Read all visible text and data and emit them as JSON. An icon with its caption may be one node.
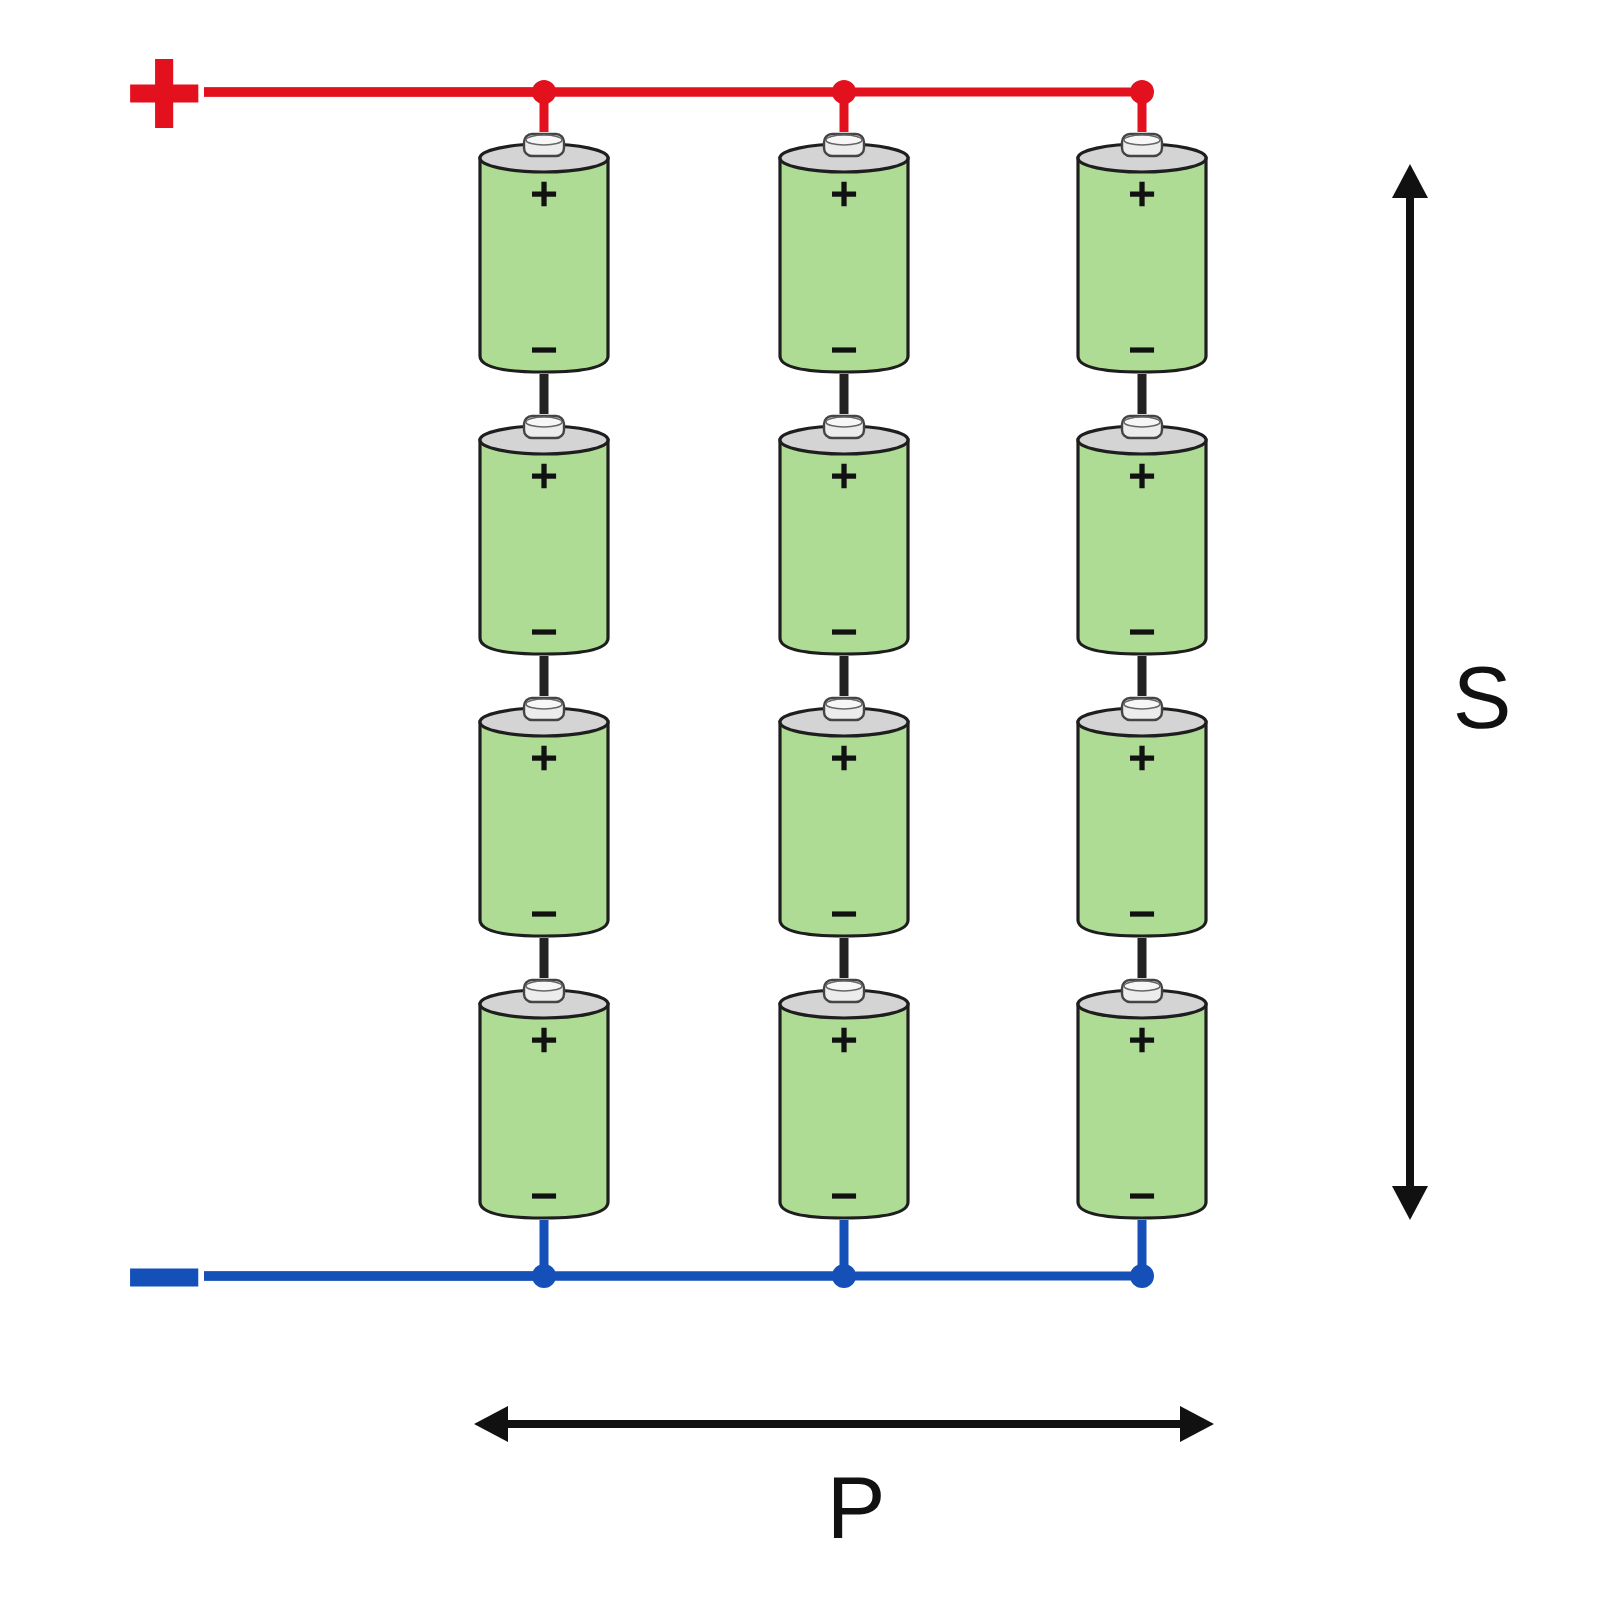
{
  "diagram": {
    "nodes": [
      {
        "text": [
          "+"
        ]
      },
      {
        "text": [
          "+",
          "−"
        ]
      },
      {
        "text": [
          "+",
          "−"
        ]
      },
      {
        "text": [
          "+",
          "−"
        ]
      },
      {
        "text": [
          "+",
          "−"
        ]
      },
      {
        "text": [
          "+",
          "−"
        ]
      },
      {
        "text": [
          "+",
          "−"
        ]
      },
      {
        "text": [
          "+",
          "−"
        ]
      },
      {
        "text": [
          "+",
          "−"
        ]
      },
      {
        "text": [
          "+",
          "−"
        ]
      },
      {
        "text": [
          "+",
          "−"
        ]
      },
      {
        "text": [
          "+",
          "−"
        ]
      },
      {
        "text": [
          "+",
          "−"
        ]
      },
      {
        "text": [
          "−"
        ]
      }
    ],
    "edges": [
      {
        "from": 0,
        "to": 1,
        "arrow": "none",
        "color": "#e3101e"
      },
      {
        "from": 0,
        "to": 2,
        "arrow": "none",
        "color": "#e3101e"
      },
      {
        "from": 0,
        "to": 3,
        "arrow": "none",
        "color": "#e3101e"
      },
      {
        "from": 1,
        "to": 4,
        "arrow": "none"
      },
      {
        "from": 2,
        "to": 5,
        "arrow": "none"
      },
      {
        "from": 3,
        "to": 6,
        "arrow": "none"
      },
      {
        "from": 4,
        "to": 7,
        "arrow": "none"
      },
      {
        "from": 5,
        "to": 8,
        "arrow": "none"
      },
      {
        "from": 6,
        "to": 9,
        "arrow": "none"
      },
      {
        "from": 7,
        "to": 10,
        "arrow": "none"
      },
      {
        "from": 8,
        "to": 11,
        "arrow": "none"
      },
      {
        "from": 9,
        "to": 12,
        "arrow": "none"
      },
      {
        "from": 10,
        "to": 13,
        "arrow": "none",
        "color": "#1450b8"
      },
      {
        "from": 11,
        "to": 13,
        "arrow": "none",
        "color": "#1450b8"
      },
      {
        "from": 12,
        "to": 13,
        "arrow": "none",
        "color": "#1450b8"
      }
    ],
    "labels": [
      "S",
      "P"
    ]
  }
}
